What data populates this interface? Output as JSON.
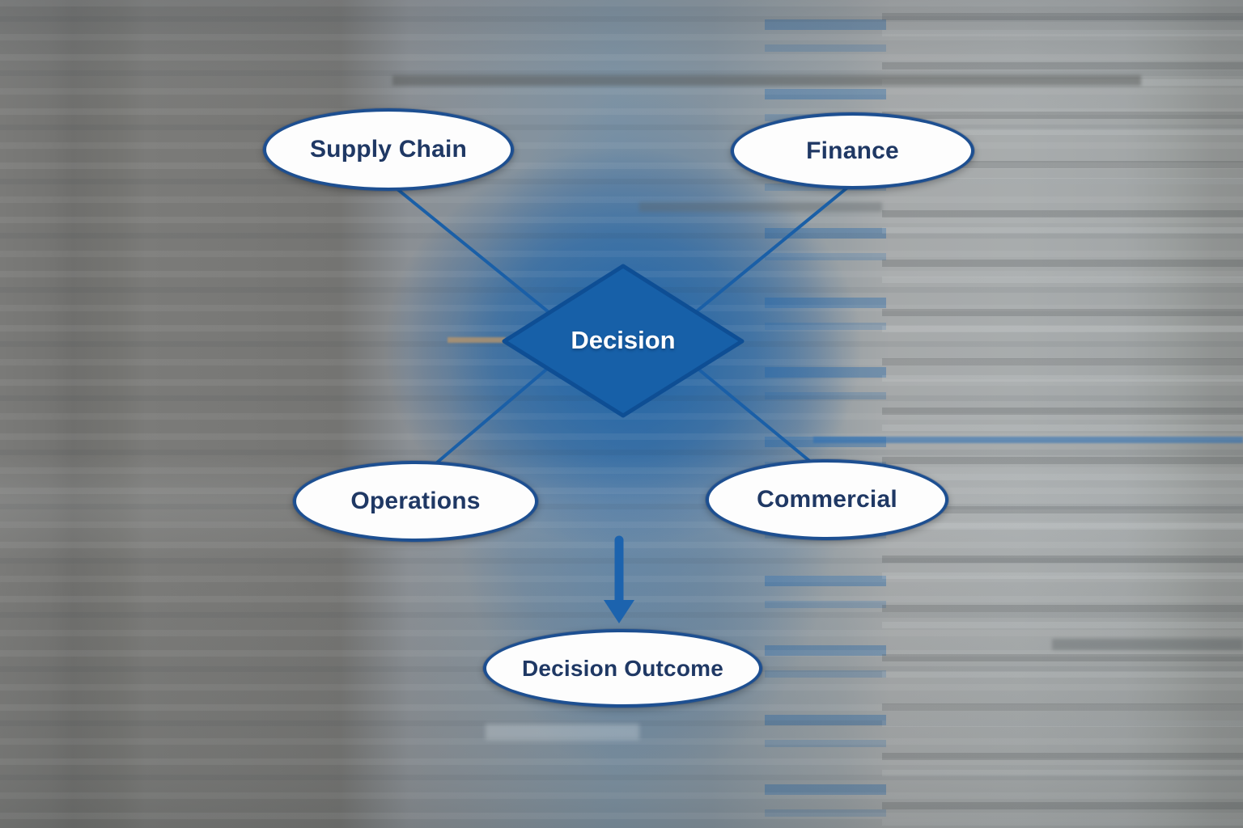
{
  "diagram": {
    "type": "flowchart",
    "nodes": {
      "supply_chain": {
        "label": "Supply Chain",
        "shape": "ellipse"
      },
      "finance": {
        "label": "Finance",
        "shape": "ellipse"
      },
      "decision": {
        "label": "Decision",
        "shape": "diamond"
      },
      "operations": {
        "label": "Operations",
        "shape": "ellipse"
      },
      "commercial": {
        "label": "Commercial",
        "shape": "ellipse"
      },
      "decision_outcome": {
        "label": "Decision Outcome",
        "shape": "ellipse"
      }
    },
    "edges": [
      {
        "from": "supply_chain",
        "to": "decision",
        "style": "line"
      },
      {
        "from": "finance",
        "to": "decision",
        "style": "line"
      },
      {
        "from": "decision",
        "to": "operations",
        "style": "line"
      },
      {
        "from": "decision",
        "to": "commercial",
        "style": "line"
      },
      {
        "from": "decision",
        "to": "decision_outcome",
        "style": "thick-arrow-down"
      }
    ]
  },
  "colors": {
    "node-border": "#1d4f91",
    "node-fill": "#fdfdfd",
    "node-text": "#1f3864",
    "diamond-fill": "#1760a8",
    "diamond-stroke": "#0e4e94",
    "diamond-text": "#ffffff",
    "connector": "#1a5fa7",
    "arrow": "#1c63ae"
  }
}
